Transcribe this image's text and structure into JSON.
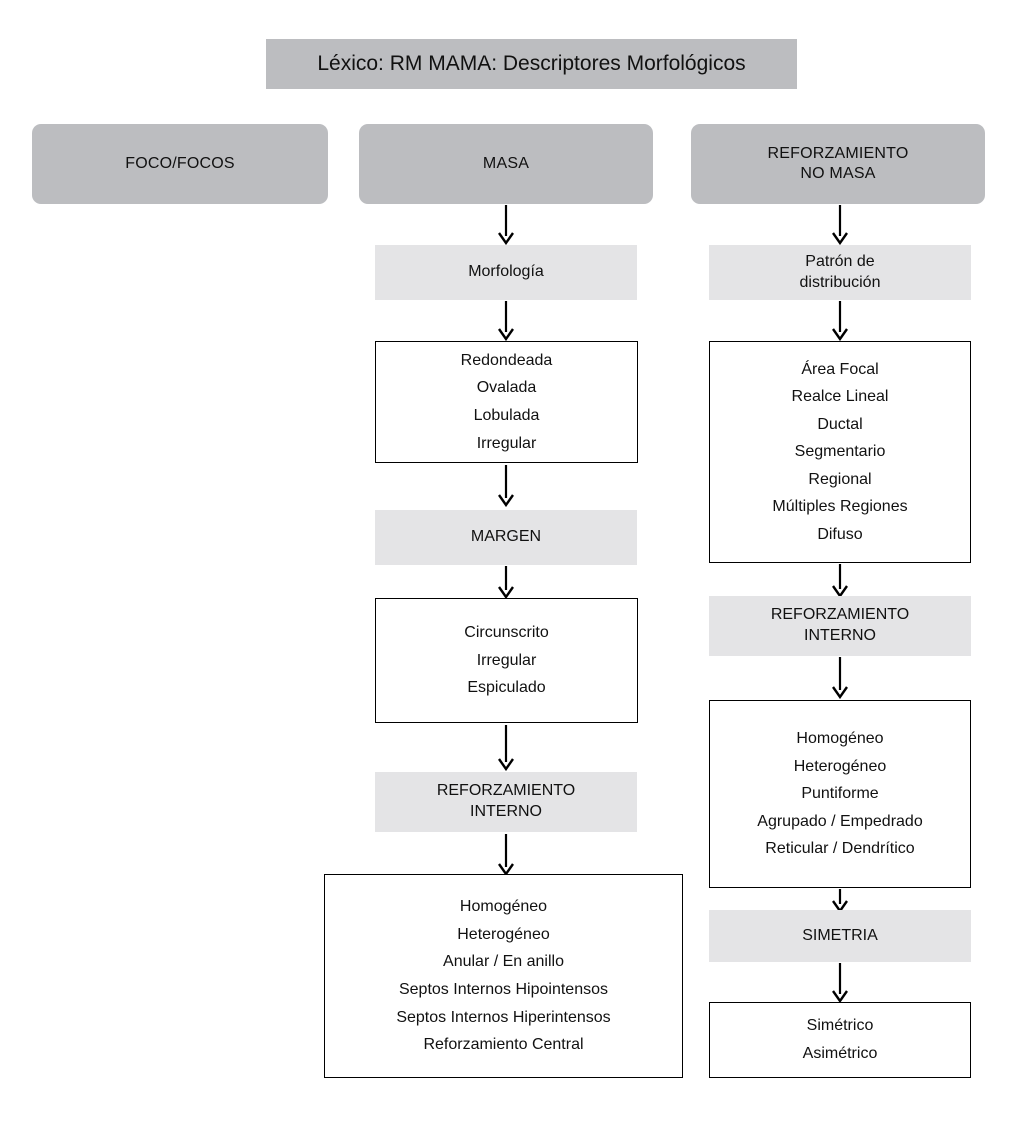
{
  "title": {
    "text": "Léxico: RM MAMA: Descriptores Morfológicos"
  },
  "colors": {
    "header_gray": "#bcbdc0",
    "subheader_gray": "#e4e4e6",
    "box_background": "#ffffff",
    "border": "#000000",
    "text": "#111111",
    "page_background": "#ffffff"
  },
  "columns": [
    {
      "header": "FOCO/FOCOS",
      "sections": []
    },
    {
      "header": "MASA",
      "sections": [
        {
          "subheader": "Morfología",
          "options": [
            "Redondeada",
            "Ovalada",
            "Lobulada",
            "Irregular"
          ]
        },
        {
          "subheader": "MARGEN",
          "options": [
            "Circunscrito",
            "Irregular",
            "Espiculado"
          ]
        },
        {
          "subheader": "REFORZAMIENTO\nINTERNO",
          "subheader_line1": "REFORZAMIENTO",
          "subheader_line2": "INTERNO",
          "options": [
            "Homogéneo",
            "Heterogéneo",
            "Anular / En anillo",
            "Septos Internos Hipointensos",
            "Septos Internos Hiperintensos",
            "Reforzamiento Central"
          ]
        }
      ]
    },
    {
      "header": "REFORZAMIENTO\nNO MASA",
      "header_line1": "REFORZAMIENTO",
      "header_line2": "NO MASA",
      "sections": [
        {
          "subheader_line1": "Patrón de",
          "subheader_line2": "distribución",
          "options": [
            "Área Focal",
            "Realce Lineal",
            "Ductal",
            "Segmentario",
            "Regional",
            "Múltiples Regiones",
            "Difuso"
          ]
        },
        {
          "subheader_line1": "REFORZAMIENTO",
          "subheader_line2": "INTERNO",
          "options": [
            "Homogéneo",
            "Heterogéneo",
            "Puntiforme",
            "Agrupado / Empedrado",
            "Reticular / Dendrítico"
          ]
        },
        {
          "subheader": "SIMETRIA",
          "options": [
            "Simétrico",
            "Asimétrico"
          ]
        }
      ]
    }
  ],
  "icons": {
    "arrow_down": "down-arrow-icon"
  }
}
